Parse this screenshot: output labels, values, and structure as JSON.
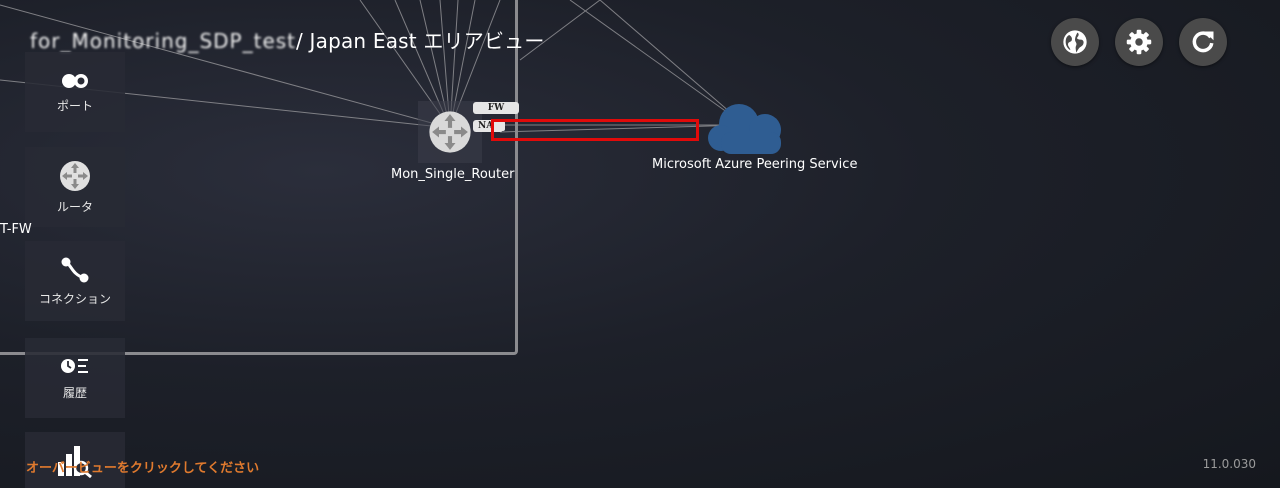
{
  "header": {
    "title_redacted": "for_Monitoring_SDP_test",
    "title_suffix": "/ Japan East エリアビュー"
  },
  "toolbar": {
    "buttons": [
      {
        "name": "globe-button",
        "icon": "globe-icon"
      },
      {
        "name": "settings-button",
        "icon": "gear-icon"
      },
      {
        "name": "refresh-button",
        "icon": "refresh-icon"
      }
    ]
  },
  "sidebar": {
    "items": [
      {
        "label": "ポート",
        "icon": "port-icon"
      },
      {
        "label": "ルータ",
        "icon": "router-icon"
      },
      {
        "label": "コネクション",
        "icon": "connection-icon"
      },
      {
        "label": "履歴",
        "icon": "history-icon"
      },
      {
        "label": "",
        "icon": "chart-search-icon"
      }
    ]
  },
  "map": {
    "router": {
      "label": "Mon_Single_Router",
      "badges": [
        "FW",
        "NAT"
      ]
    },
    "cloud": {
      "label": "Microsoft Azure Peering Service",
      "color": "#2f5d92"
    },
    "offscreen_node_label": "T-FW"
  },
  "footer": {
    "hint": "オーバービューをクリックしてください",
    "version": "11.0.030"
  },
  "colors": {
    "hint": "#e07a2e",
    "highlight": "#e10a0a",
    "button_bg": "#4a4a4a"
  }
}
